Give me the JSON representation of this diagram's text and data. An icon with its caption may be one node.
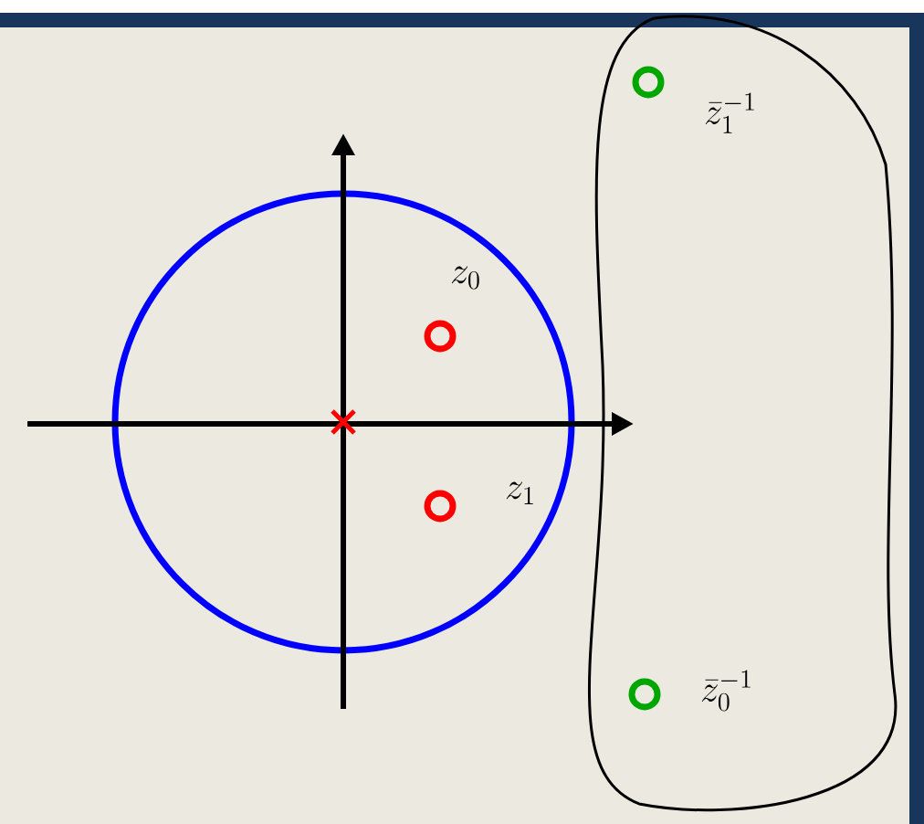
{
  "diagram": {
    "labels": [
      "z_0",
      "z_1",
      "\\bar{z}_1^{-1}",
      "\\bar{z}_0^{-1}"
    ]
  }
}
